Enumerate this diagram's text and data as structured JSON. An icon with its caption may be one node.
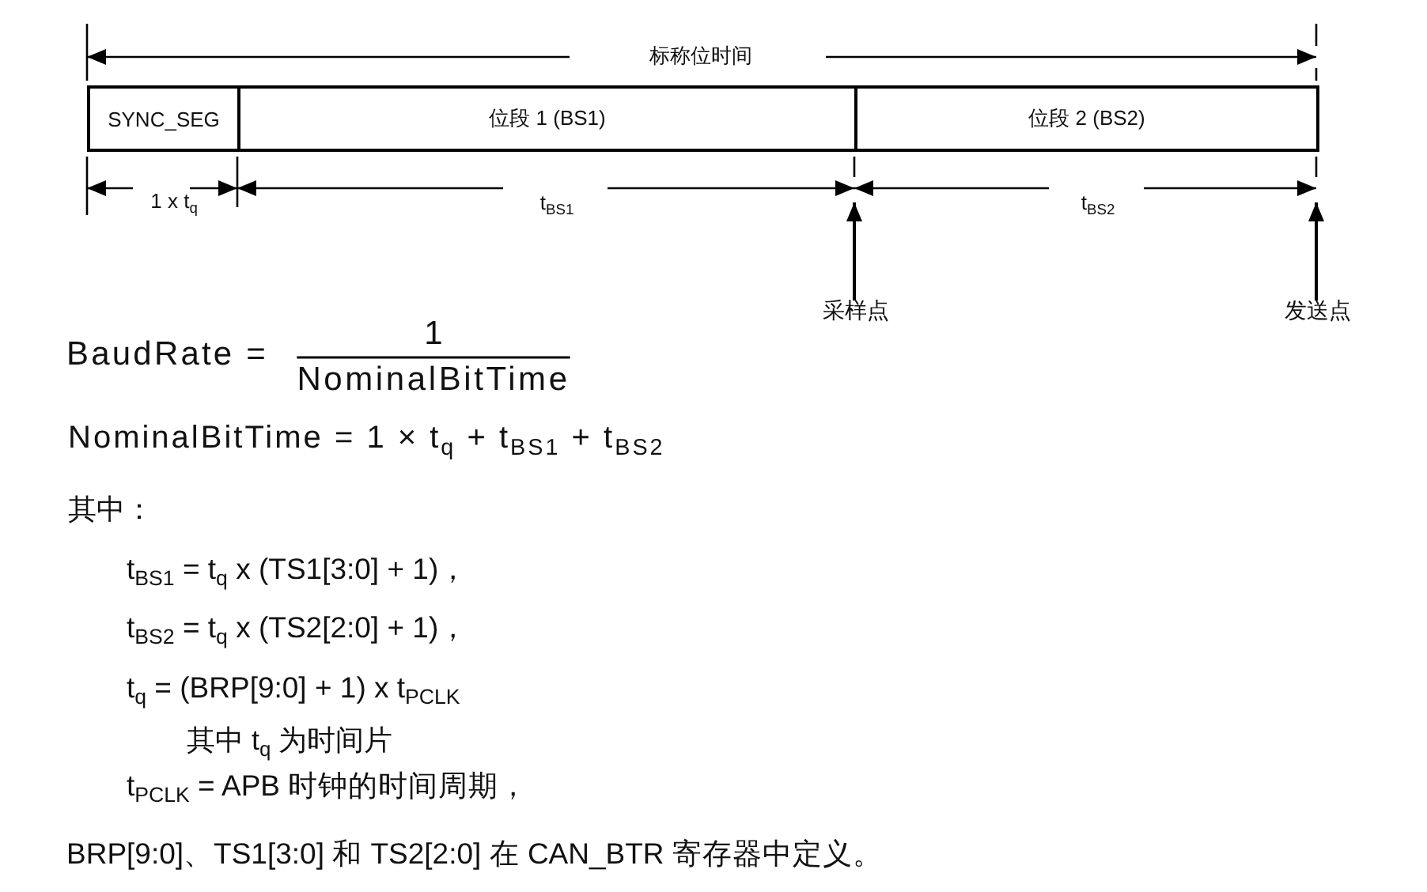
{
  "diagram": {
    "nodes": [
      {
        "text": [
          "SYNC_SEG"
        ]
      },
      {
        "text": [
          "位段 1 (BS1)"
        ]
      },
      {
        "text": [
          "位段 2 (BS2)"
        ]
      },
      {
        "text": [
          "采样点"
        ]
      },
      {
        "text": [
          "发送点"
        ]
      }
    ],
    "edges": [
      {
        "from": 3,
        "to": null,
        "arrow": "to"
      },
      {
        "from": 4,
        "to": null,
        "arrow": "to"
      }
    ],
    "labels": [
      "标称位时间",
      "1 x t$_{q}$",
      "t$_{BS1}$",
      "t$_{BS2}$",
      "BaudRate =",
      "1",
      "NominalBitTime",
      "NominalBitTime = 1 × t$_{q}$ + t$_{BS1}$ + t$_{BS2}$",
      "其中：",
      "t$_{BS1}$ = t$_{q}$ x (TS1[3:0] + 1)，",
      "t$_{BS2}$ = t$_{q}$ x (TS2[2:0] + 1)，",
      "t$_{q}$ = (BRP[9:0] + 1) x t$_{PCLK}$",
      "其中 t$_{q}$ 为时间片",
      "t$_{PCLK}$ = APB 时钟的时间周期，",
      "BRP[9:0]、TS1[3:0] 和 TS2[2:0] 在 CAN_BTR 寄存器中定义。"
    ]
  }
}
